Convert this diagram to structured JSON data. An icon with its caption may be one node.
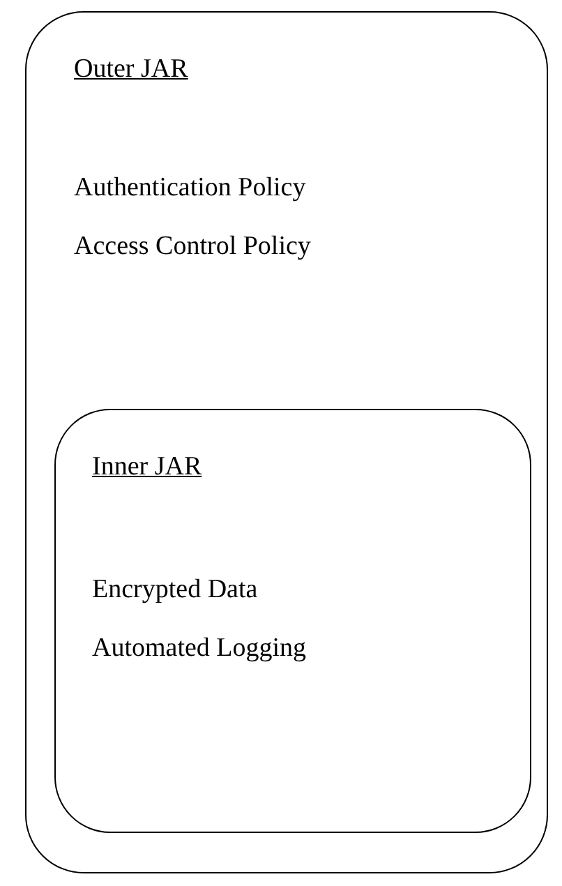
{
  "diagram": {
    "nodes": [
      {
        "text": [
          "Outer JAR",
          "Authentication Policy",
          "Access Control Policy"
        ]
      },
      {
        "text": [
          "Inner JAR",
          "Encrypted Data",
          "Automated Logging"
        ],
        "in": 0
      }
    ]
  }
}
